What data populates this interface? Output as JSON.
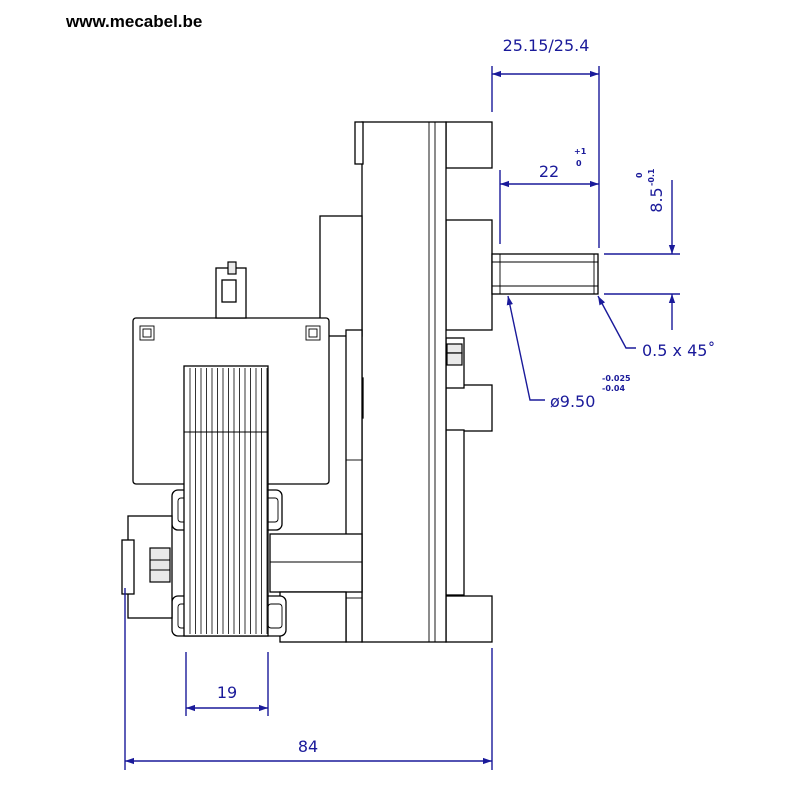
{
  "header": {
    "site_url": "www.mecabel.be"
  },
  "dimensions": {
    "shaft_total": "25.15/25.4",
    "shaft_length": "22",
    "shaft_length_tol_upper": "+1",
    "shaft_length_tol_lower": "0",
    "flat_depth": "8.5",
    "flat_depth_tol_upper": "0",
    "flat_depth_tol_lower": "-0.1",
    "chamfer": "0.5 x 45˚",
    "shaft_diameter": "ø9.50",
    "shaft_diameter_tol_upper": "-0.025",
    "shaft_diameter_tol_lower": "-0.04",
    "coil_width": "19",
    "overall_width": "84"
  },
  "colors": {
    "dimension": "#1a1a9a",
    "outline": "#000000"
  }
}
